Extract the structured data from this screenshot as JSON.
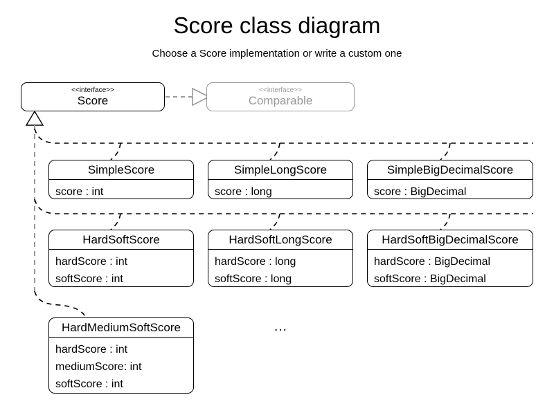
{
  "page": {
    "title": "Score class diagram",
    "subtitle": "Choose a Score implementation or write a custom one",
    "ellipsis": "...",
    "colors": {
      "background": "#ffffff",
      "stroke": "#000000",
      "muted": "#999999",
      "text": "#000000"
    }
  },
  "interfaces": {
    "score": {
      "stereotype": "<<interface>>",
      "name": "Score"
    },
    "comparable": {
      "stereotype": "<<interface>>",
      "name": "Comparable"
    }
  },
  "classes": [
    {
      "name": "SimpleScore",
      "attributes": [
        "score : int"
      ]
    },
    {
      "name": "SimpleLongScore",
      "attributes": [
        "score : long"
      ]
    },
    {
      "name": "SimpleBigDecimalScore",
      "attributes": [
        "score : BigDecimal"
      ]
    },
    {
      "name": "HardSoftScore",
      "attributes": [
        "hardScore : int",
        "softScore : int"
      ]
    },
    {
      "name": "HardSoftLongScore",
      "attributes": [
        "hardScore : long",
        "softScore : long"
      ]
    },
    {
      "name": "HardSoftBigDecimalScore",
      "attributes": [
        "hardScore : BigDecimal",
        "softScore : BigDecimal"
      ]
    },
    {
      "name": "HardMediumSoftScore",
      "attributes": [
        "hardScore : int",
        "mediumScore: int",
        "softScore : int"
      ]
    }
  ],
  "relations": {
    "realization": {
      "from": "Score",
      "to": "Comparable",
      "kind": "realization-dashed-hollow-triangle"
    },
    "generalizations": {
      "parent": "Score",
      "kind": "inheritance-dashed-hollow-triangle",
      "children": [
        "SimpleScore",
        "SimpleLongScore",
        "SimpleBigDecimalScore",
        "HardSoftScore",
        "HardSoftLongScore",
        "HardSoftBigDecimalScore",
        "HardMediumSoftScore"
      ]
    }
  }
}
